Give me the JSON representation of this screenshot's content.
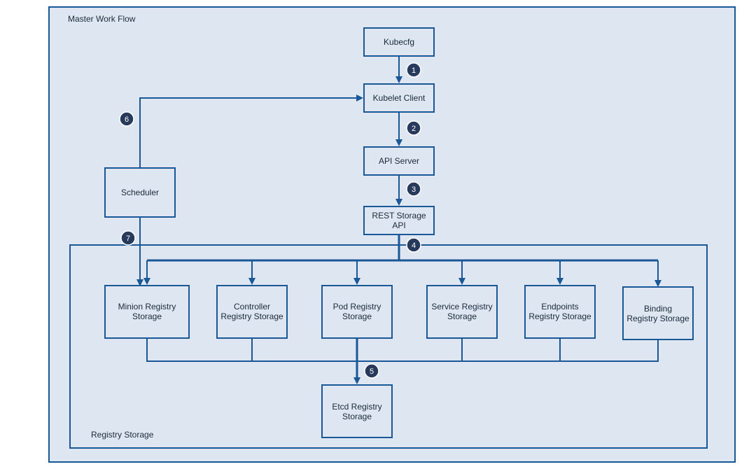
{
  "outer_title": "Master Work Flow",
  "inner_title": "Registry Storage",
  "nodes": {
    "kubecfg": "Kubecfg",
    "kubelet_client": "Kubelet Client",
    "api_server": "API Server",
    "rest_storage": [
      "REST Storage",
      "API"
    ],
    "scheduler": "Scheduler",
    "minion": [
      "Minion Registry",
      "Storage"
    ],
    "controller": [
      "Controller",
      "Registry Storage"
    ],
    "pod": [
      "Pod Registry",
      "Storage"
    ],
    "service": [
      "Service Registry",
      "Storage"
    ],
    "endpoints": [
      "Endpoints",
      "Registry Storage"
    ],
    "binding": [
      "Binding",
      "Registry Storage"
    ],
    "etcd": [
      "Etcd Registry",
      "Storage"
    ]
  },
  "steps": [
    "1",
    "2",
    "3",
    "4",
    "5",
    "6",
    "7"
  ]
}
